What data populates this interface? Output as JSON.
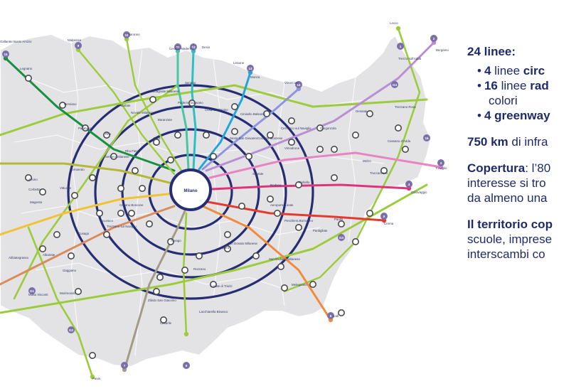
{
  "panel": {
    "heading": "24 linee:",
    "bullets": [
      {
        "bold": "4",
        "text": " linee ",
        "bold2": "circ"
      },
      {
        "bold": "16",
        "text": " linee ",
        "bold2": "rad"
      },
      {
        "bold": "4 greenway",
        "text": "",
        "bold2": ""
      }
    ],
    "bullet2_wrap": "colori",
    "infra_bold": "750 km",
    "infra_text": " di infra",
    "copertura_bold": "Copertura",
    "copertura_text": ": l’80",
    "copertura_line2": "interesse si tro",
    "copertura_line3": "da almeno una",
    "territorio_bold": "Il territorio cop",
    "territorio_line2": "scuole, imprese",
    "territorio_line3": "interscambi co"
  },
  "map": {
    "colors": {
      "region": "#e3e3e6",
      "circle": "#262d73",
      "green_light": "#9ccc3c",
      "green_dark": "#189040",
      "mint": "#49c6a4",
      "teal": "#2dbfc5",
      "cyan": "#22a6d8",
      "periwinkle": "#8f95dc",
      "lilac": "#b98fd4",
      "pink": "#e983c3",
      "magenta": "#e0337a",
      "red": "#e53a2e",
      "orange": "#f08a3c",
      "yellow": "#f1c232",
      "olive": "#b4b836",
      "taupe": "#a59a86",
      "brown_orange": "#d98c5e",
      "station_fill": "#ffffff",
      "interchange_fill": "#4a4a4a"
    },
    "center_label": "Milano",
    "line_badges": [
      "1",
      "2",
      "3",
      "4",
      "5",
      "6",
      "7",
      "8",
      "9",
      "10",
      "11",
      "12",
      "13",
      "14",
      "15",
      "16",
      "G1",
      "G2",
      "G3",
      "G4"
    ],
    "places": [
      "Lecco",
      "Bergamo",
      "Trezzo sull'Adda",
      "Treviglio",
      "Caravaggio",
      "Crema",
      "Lodi",
      "Pavia",
      "Malpensa",
      "Saronno",
      "Cesano Maderno",
      "Desio",
      "Lissone",
      "Monza",
      "Vimercate",
      "Legnano",
      "Gallarate Busto Arsizio",
      "Nerviano",
      "Parabiago",
      "Rho",
      "Rho Fiera",
      "Pero",
      "Bollate",
      "Garbagnate Milanese",
      "Paderno Dugnano",
      "Cusano Milanino",
      "Cinisello Balsamo",
      "Sesto San Giovanni",
      "Cologno Monzese",
      "Vimodrone",
      "Cernusco sul Naviglio",
      "Gorgonzola",
      "Gessate",
      "Trezzano Rosa",
      "Cassano d'Adda",
      "Melzo",
      "Truccazzano",
      "Pioltello",
      "Rodano",
      "Segrate",
      "Aeroporto Linate",
      "Peschiera Borromeo",
      "Paullo",
      "Pantigliate",
      "San Donato Milanese",
      "San Giuliano Milanese",
      "Melegnano",
      "Opera",
      "Locate di Triulzi",
      "Lacchiarella Binasco",
      "Rozzano",
      "Assago",
      "Zibido San Giacomo",
      "Casarile",
      "Trezzano sul Naviglio",
      "Cesano Boscone",
      "Corsico",
      "Cusago",
      "Settimo Milanese",
      "Cornaredo",
      "Arluno",
      "Corbetta",
      "Magenta",
      "Abbiategrasso",
      "Albairate",
      "Gaggiano",
      "Motta Visconti",
      "Morimondo",
      "Vittuone",
      "Novate Milanese",
      "Baranzate",
      "Senago"
    ]
  }
}
